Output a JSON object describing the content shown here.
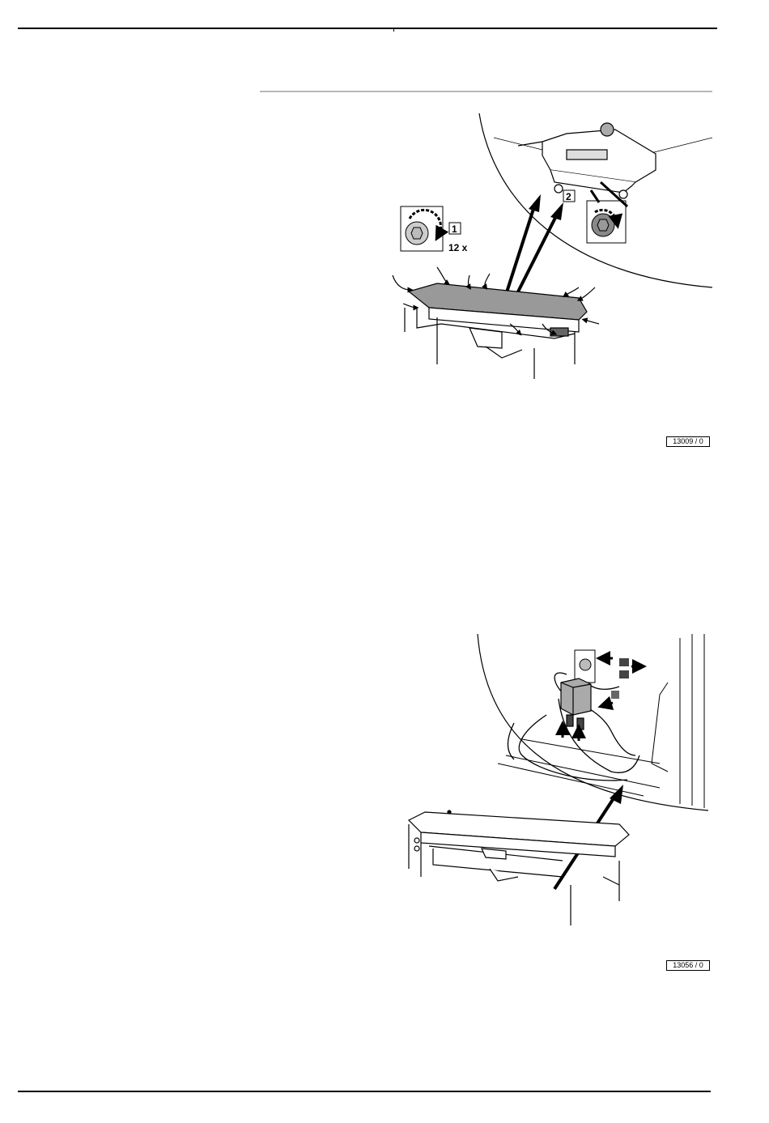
{
  "figures": [
    {
      "id": "13009 / 0",
      "steps": [
        {
          "number": "1",
          "qty": "12 x"
        },
        {
          "number": "2"
        }
      ],
      "icons": [
        "bolt-loosen-icon",
        "arrow-icon"
      ]
    },
    {
      "id": "13056 / 0",
      "icons": [
        "connector-disconnect-icon",
        "arrow-icon"
      ]
    }
  ]
}
